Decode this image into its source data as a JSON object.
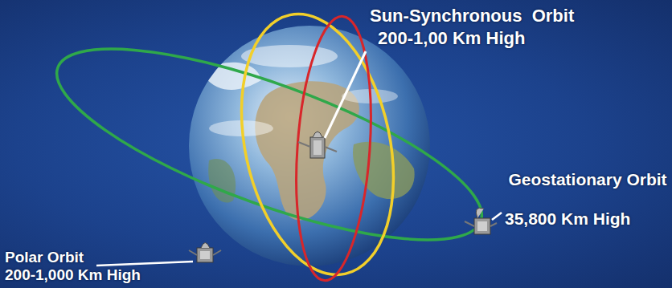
{
  "diagram": {
    "labels": [
      "Sun-Synchronous  Orbit",
      "200-1,00 Km High",
      "Geostationary Orbit",
      "35,800 Km High",
      "Polar Orbit",
      "200-1,000 Km High"
    ]
  }
}
